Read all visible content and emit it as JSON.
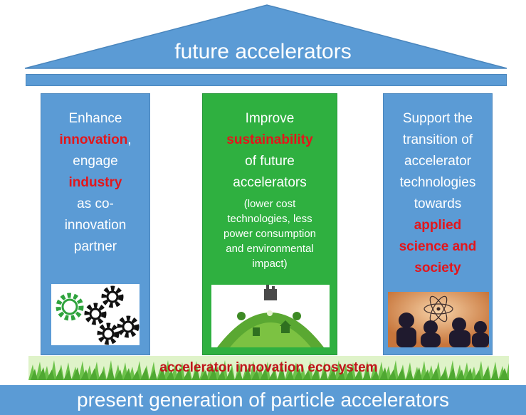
{
  "roof_title": "future accelerators",
  "pillars": {
    "left": {
      "l1": "Enhance",
      "l2": "innovation",
      "l2_suffix": ",",
      "l3": "engage",
      "l4": "industry",
      "l5": "as co-",
      "l6": "innovation",
      "l7": "partner",
      "image_icon": "gears-icon"
    },
    "middle": {
      "l1": "Improve",
      "l2": "sustainability",
      "l3": "of future",
      "l4": "accelerators",
      "s1": "(lower cost",
      "s2": "technologies, less",
      "s3": "power consumption",
      "s4": "and environmental",
      "s5": "impact)",
      "image_icon": "green-city-globe-icon"
    },
    "right": {
      "l1": "Support the",
      "l2": "transition of",
      "l3": "accelerator",
      "l4": "technologies",
      "l5": "towards",
      "l6": "applied",
      "l7": "science and",
      "l8": "society",
      "image_icon": "atom-silhouettes-icon"
    }
  },
  "ecosystem_label": "accelerator innovation ecosystem",
  "base_label": "present generation of particle accelerators",
  "colors": {
    "blue": "#5b9bd5",
    "green": "#2fb040",
    "highlight_red": "#e3161b",
    "grass": "#6cc24a"
  }
}
